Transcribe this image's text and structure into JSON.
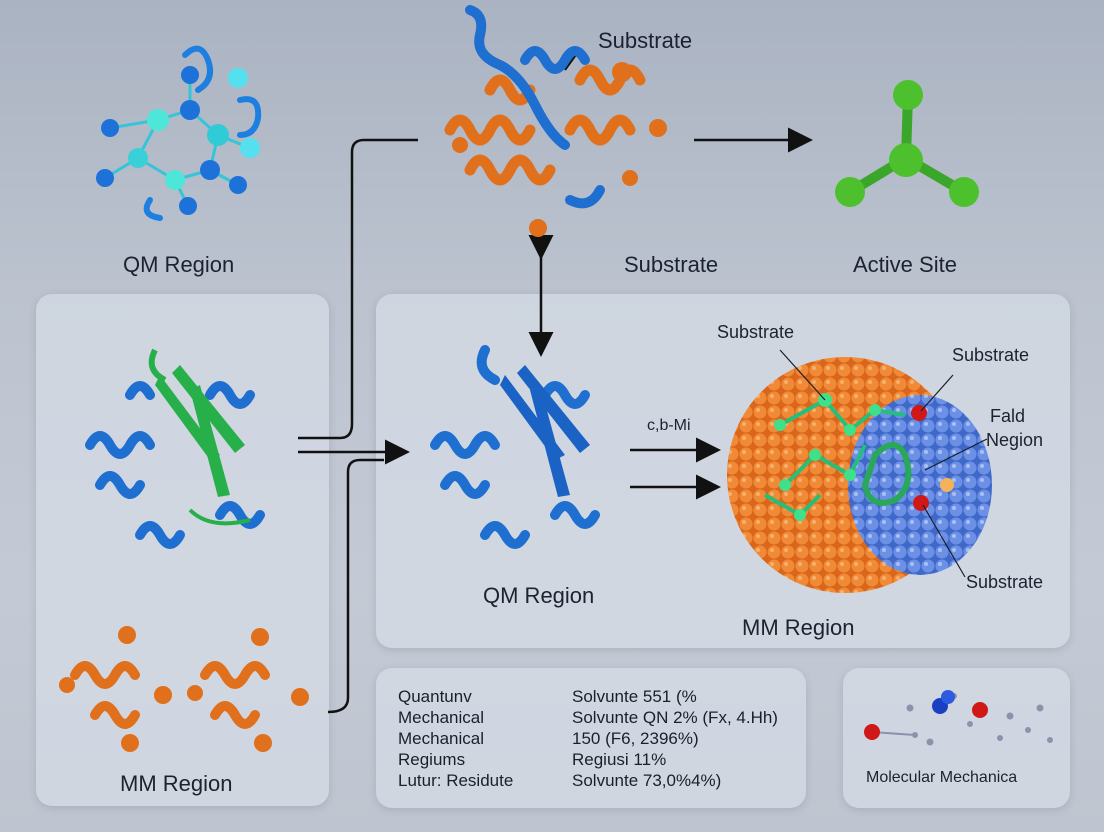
{
  "labels": {
    "qm_top": "QM Region",
    "substrate_top": "Substrate",
    "substrate_mid": "Substrate",
    "active_site": "Active Site",
    "mm_left": "MM Region",
    "qm_center": "QM Region",
    "mm_center": "MM Region",
    "arrow_text": "c,b-Mi",
    "sub_a": "Substrate",
    "sub_b": "Substrate",
    "fald": "Fald",
    "negion": "Negion",
    "sub_c": "Substrate",
    "molecular": "Molecular Mechanica"
  },
  "table": {
    "rows": [
      {
        "k": "Quantunv",
        "v": "Solvunte 551 (%"
      },
      {
        "k": "Mechanical",
        "v": "Solvunte QN 2% (Fx, 4.Hh)"
      },
      {
        "k": "Mechanical",
        "v": "150 (F6, 2396%)"
      },
      {
        "k": "Regiums",
        "v": "Regiusi 11%"
      },
      {
        "k": "Lutur: Residute",
        "v": "Solvunte 73,0%4%)"
      }
    ]
  },
  "colors": {
    "blue": "#1f6fd0",
    "orange": "#e0701c",
    "green": "#2fae4e",
    "cyan": "#3ee0d0",
    "red": "#d01818"
  }
}
